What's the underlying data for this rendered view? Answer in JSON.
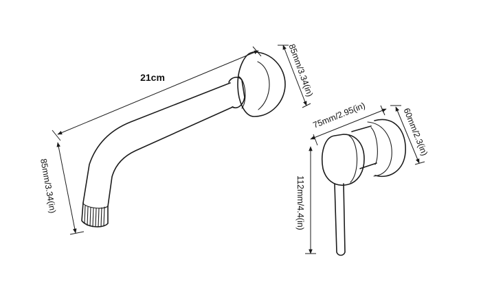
{
  "dimensions": {
    "spout_length": "21cm",
    "spout_height": "85mm/3.34(in)",
    "wall_plate_spout": "85mm/3.34(in)",
    "handle_depth": "75mm/2.95(in)",
    "wall_plate_handle": "60mm/2.3(in)",
    "handle_height": "112mm/4.4(in)"
  },
  "colors": {
    "line": "#1a1a1a",
    "background": "#ffffff"
  }
}
